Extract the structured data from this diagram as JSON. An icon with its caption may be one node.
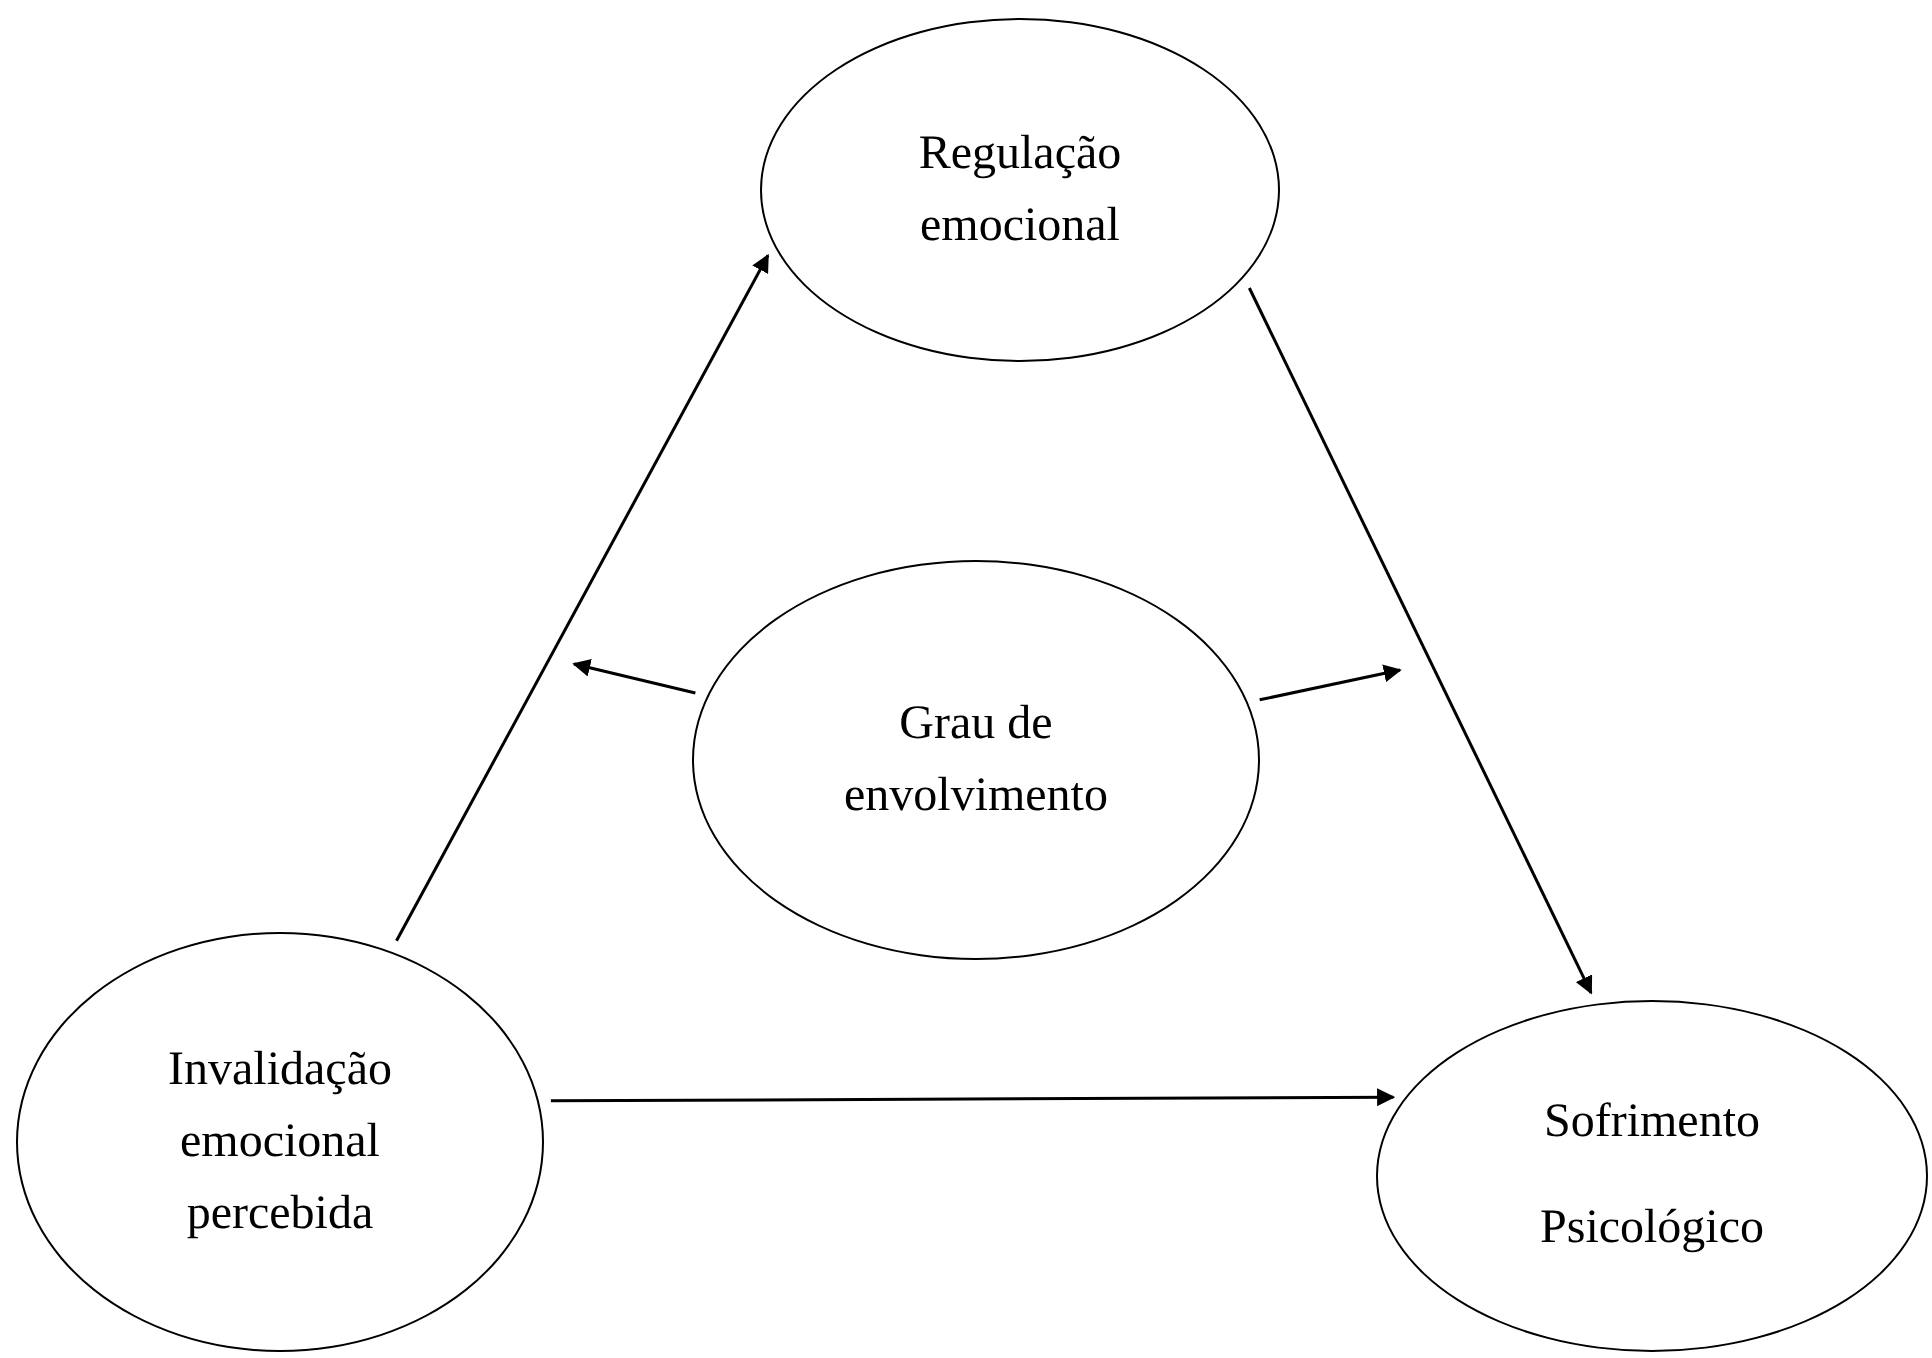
{
  "diagram": {
    "nodes": [
      {
        "text": [
          "Regulação emocional"
        ]
      },
      {
        "text": [
          "Grau de envolvimento"
        ]
      },
      {
        "text": [
          "Invalidação emocional percebida"
        ]
      },
      {
        "text": [
          "Sofrimento Psicológico"
        ]
      }
    ],
    "edges": [
      {
        "from": 2,
        "to": 0,
        "arrow": "to"
      },
      {
        "from": 0,
        "to": 3,
        "arrow": "to"
      },
      {
        "from": 1,
        "to": null,
        "arrow": "to"
      },
      {
        "from": 1,
        "to": null,
        "arrow": "to"
      },
      {
        "from": 2,
        "to": 3,
        "arrow": "to"
      }
    ]
  }
}
